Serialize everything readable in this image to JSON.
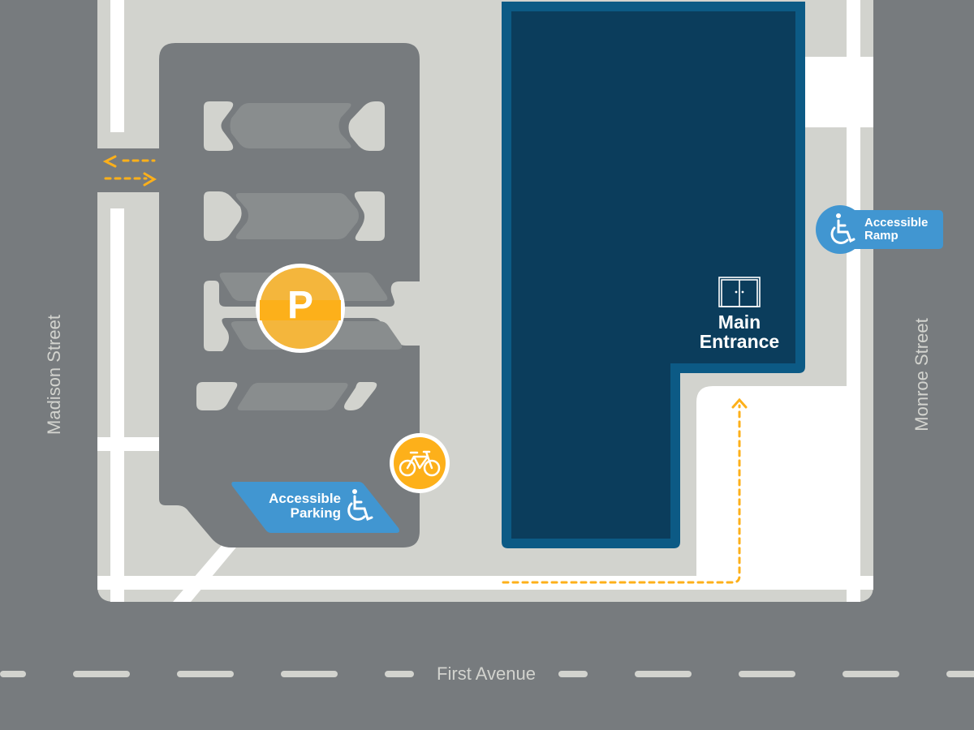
{
  "map": {
    "streets": {
      "west": "Madison Street",
      "east": "Monroe Street",
      "south": "First Avenue"
    },
    "labels": {
      "main_entrance_line1": "Main",
      "main_entrance_line2": "Entrance",
      "accessible_ramp_line1": "Accessible",
      "accessible_ramp_line2": "Ramp",
      "accessible_parking_line1": "Accessible",
      "accessible_parking_line2": "Parking",
      "parking_symbol": "P"
    },
    "icons": [
      "parking-icon",
      "bicycle-icon",
      "wheelchair-icon",
      "door-icon",
      "arrow-icon"
    ],
    "colors": {
      "street": "#777b7e",
      "block": "#d2d3ce",
      "sidewalk": "#ffffff",
      "building": "#0b3d5c",
      "building_border": "#0c5a85",
      "accent_orange": "#fdb01a",
      "accessible_blue": "#4196d1"
    }
  }
}
